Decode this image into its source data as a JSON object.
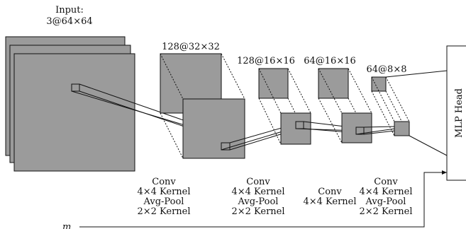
{
  "input_label": {
    "line1": "Input:",
    "line2": "3@64×64"
  },
  "layer_labels": {
    "conv1": "128@32×32",
    "conv2": "128@16×16",
    "conv3": "64@16×16",
    "conv4": "64@8×8"
  },
  "annotations": {
    "block1": {
      "l1": "Conv",
      "l2": "4×4 Kernel",
      "l3": "Avg-Pool",
      "l4": "2×2 Kernel"
    },
    "block2": {
      "l1": "Conv",
      "l2": "4×4 Kernel",
      "l3": "Avg-Pool",
      "l4": "2×2 Kernel"
    },
    "block3": {
      "l1": "Conv",
      "l2": "4×4 Kernel"
    },
    "block4": {
      "l1": "Conv",
      "l2": "4×4 Kernel",
      "l3": "Avg-Pool",
      "l4": "2×2 Kernel"
    }
  },
  "head_label": "MLP Head",
  "extra_input_label": "m",
  "colors": {
    "feature_map_fill": "#9b9b9b",
    "stroke": "#111111"
  }
}
